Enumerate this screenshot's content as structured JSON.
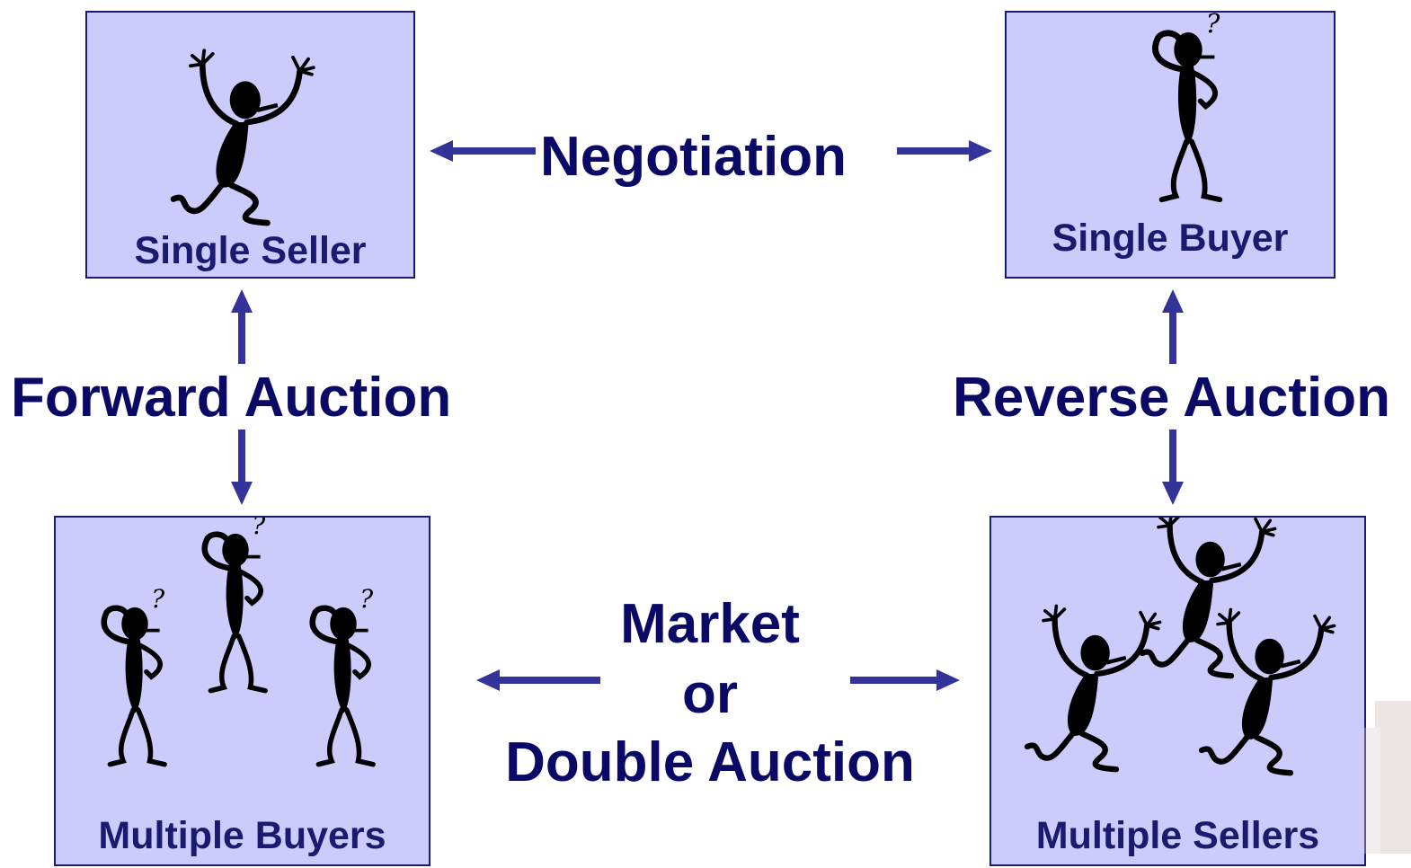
{
  "colors": {
    "box_fill": "#ccccfc",
    "box_border": "#1a1a6e",
    "text": "#0a0a66",
    "arrow": "#333399",
    "figure": "#000000"
  },
  "nodes": {
    "single_seller": {
      "label": "Single Seller",
      "icon": "excited-person-icon"
    },
    "single_buyer": {
      "label": "Single Buyer",
      "icon": "thinking-person-icon"
    },
    "multiple_buyers": {
      "label": "Multiple Buyers",
      "icon": "thinking-people-group-icon"
    },
    "multiple_sellers": {
      "label": "Multiple Sellers",
      "icon": "excited-people-group-icon"
    }
  },
  "edges": {
    "negotiation": {
      "label": "Negotiation"
    },
    "forward_auction": {
      "label": "Forward Auction"
    },
    "reverse_auction": {
      "label": "Reverse Auction"
    },
    "double_auction": {
      "line1": "Market",
      "line2": "or",
      "line3": "Double Auction"
    }
  }
}
